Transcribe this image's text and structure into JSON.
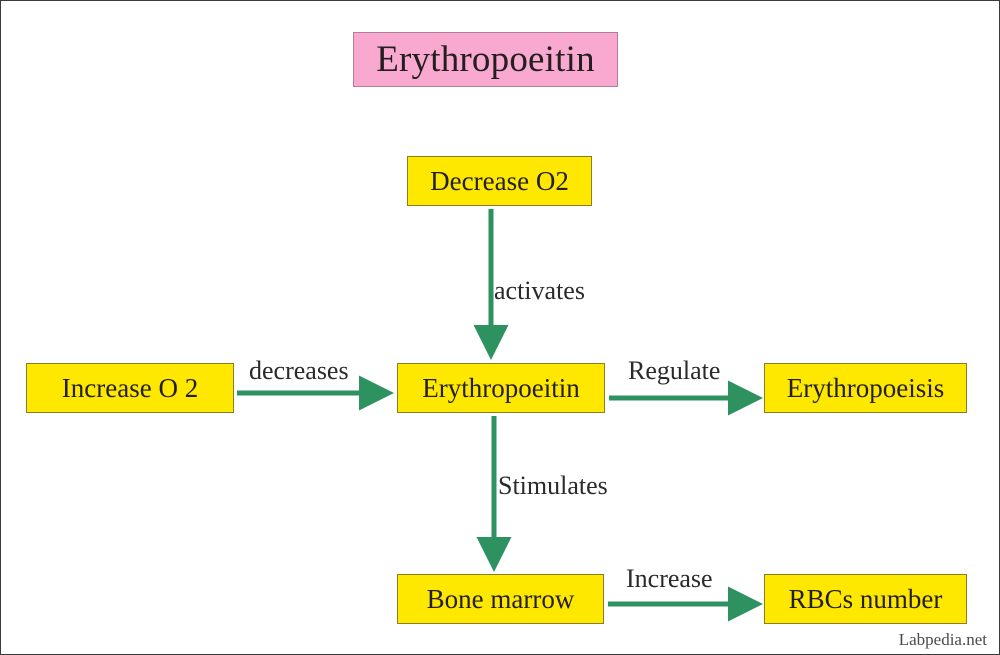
{
  "diagram": {
    "title": "Erythropoeitin",
    "title_color": "#f9a8cf",
    "node_color": "#ffe800",
    "node_border_color": "#8a7d24",
    "arrow_color": "#2e9160",
    "text_color": "#231f20",
    "background": "#ffffff"
  },
  "nodes": [
    {
      "id": "decrease-o2",
      "label": "Decrease O2"
    },
    {
      "id": "increase-o2",
      "label": "Increase O 2"
    },
    {
      "id": "erythropoeitin",
      "label": "Erythropoeitin"
    },
    {
      "id": "erythropoeisis",
      "label": "Erythropoeisis"
    },
    {
      "id": "bone-marrow",
      "label": "Bone marrow"
    },
    {
      "id": "rbcs-number",
      "label": "RBCs number"
    }
  ],
  "edges": [
    {
      "id": "activates",
      "label": "activates",
      "from": "decrease-o2",
      "to": "erythropoeitin",
      "direction": "down"
    },
    {
      "id": "decreases",
      "label": "decreases",
      "from": "increase-o2",
      "to": "erythropoeitin",
      "direction": "right"
    },
    {
      "id": "regulate",
      "label": "Regulate",
      "from": "erythropoeitin",
      "to": "erythropoeisis",
      "direction": "right"
    },
    {
      "id": "stimulates",
      "label": "Stimulates",
      "from": "erythropoeitin",
      "to": "bone-marrow",
      "direction": "down"
    },
    {
      "id": "increase",
      "label": "Increase",
      "from": "bone-marrow",
      "to": "rbcs-number",
      "direction": "right"
    }
  ],
  "watermark": "Labpedia.net"
}
